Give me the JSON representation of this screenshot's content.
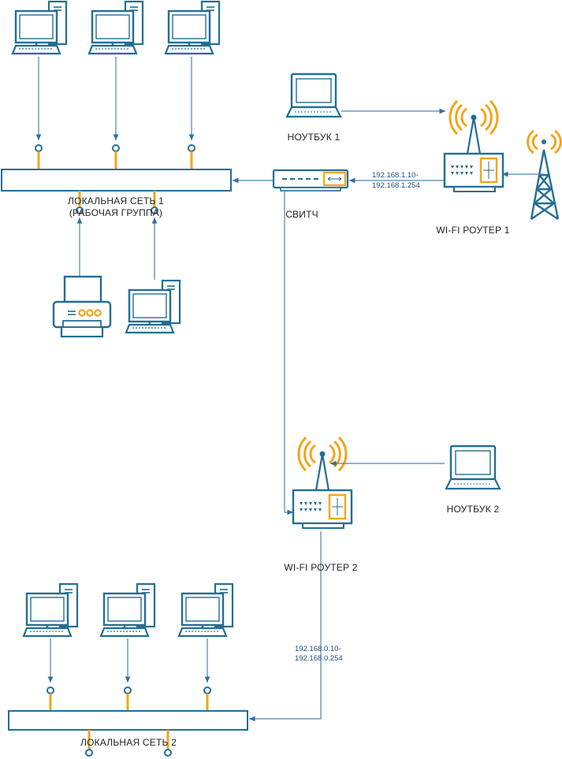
{
  "labels": {
    "lan1": "ЛОКАЛЬНАЯ  СЕТЬ 1",
    "lan1_sub": "(РАБОЧАЯ ГРУППА)",
    "lan2": "ЛОКАЛЬНАЯ  СЕТЬ 2",
    "switch": "СВИТЧ",
    "laptop1": "НОУТБУК 1",
    "laptop2": "НОУТБУК 2",
    "router1": "WI-FI РОУТЕР 1",
    "router2": "WI-FI РОУТЕР 2"
  },
  "ip_ranges": {
    "router1_line1": "192.168.1.10-",
    "router1_line2": "192.168.1.254",
    "router2_line1": "192.168.0.10-",
    "router2_line2": "192.168.0.254"
  },
  "colors": {
    "stroke": "#236e94",
    "accent": "#f2a51a",
    "line": "#4a86b3"
  }
}
